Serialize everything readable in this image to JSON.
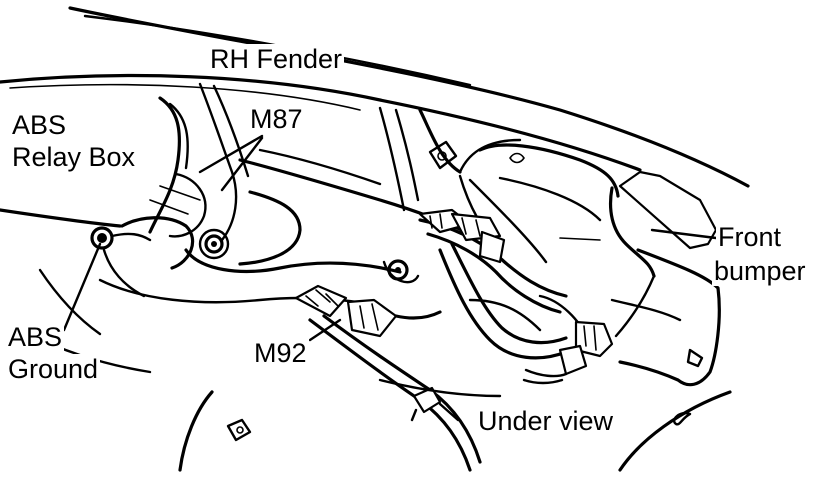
{
  "labels": {
    "rh_fender": "RH Fender",
    "abs_relay_box_line1": "ABS",
    "abs_relay_box_line2": "Relay Box",
    "m87": "M87",
    "front_bumper_line1": "Front",
    "front_bumper_line2": "bumper",
    "abs_ground_line1": "ABS",
    "abs_ground_line2": "Ground",
    "m92": "M92",
    "under_view": "Under view"
  },
  "colors": {
    "ink": "#000000",
    "paper": "#ffffff"
  }
}
